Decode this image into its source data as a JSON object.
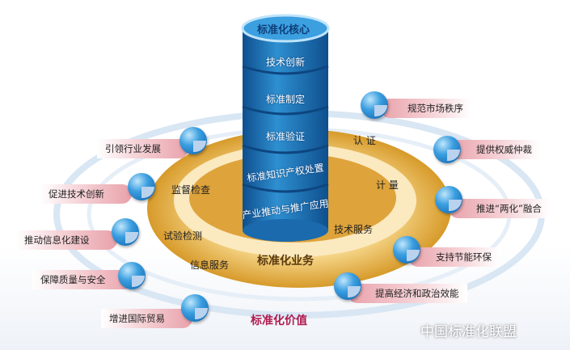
{
  "core": {
    "title": "标准化核心",
    "layers": [
      "技术创新",
      "标准制定",
      "标准验证",
      "标准知识产权处置",
      "产业推动与推广应用"
    ]
  },
  "business": {
    "title": "标准化业务",
    "items": [
      "认 证",
      "计 量",
      "技术服务",
      "监督检查",
      "试验检测",
      "信息服务"
    ]
  },
  "value": {
    "title": "标准化价值",
    "left": [
      "引领行业发展",
      "促进技术创新",
      "推动信息化建设",
      "保障质量与安全",
      "增进国际贸易"
    ],
    "right": [
      "规范市场秩序",
      "提供权威仲裁",
      "推进“两化”融合",
      "支持节能环保",
      "提高经济和政治效能"
    ]
  },
  "watermark": "中国标准化联盟",
  "colors": {
    "cylinder": "#1f6fb2",
    "ring": "#e3a83a",
    "label_pink": "#e9a1aa",
    "value_title": "#b01b4e"
  }
}
